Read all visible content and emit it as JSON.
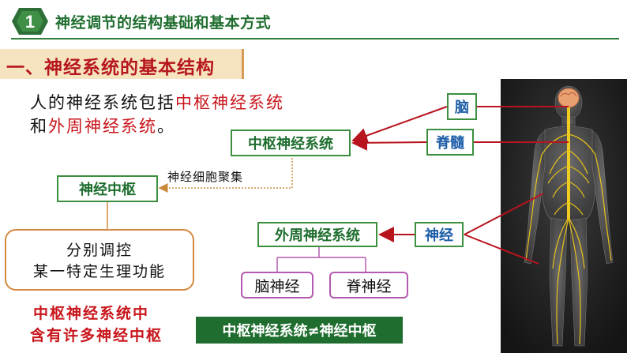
{
  "header": {
    "badge_number": "1",
    "title": "神经调节的结构基础和基本方式"
  },
  "section": {
    "title": "一、神经系统的基本结构"
  },
  "intro": {
    "line1_prefix": "人的神经系统包括",
    "line1_highlight": "中枢神经系统",
    "line2_prefix": "和",
    "line2_highlight": "外周神经系统",
    "line2_suffix": "。"
  },
  "diagram": {
    "central": "中枢神经系统",
    "center_node": "神经中枢",
    "cluster_note": "神经细胞聚集",
    "function_line1": "分别调控",
    "function_line2": "某一特定生理功能",
    "peripheral": "外周神经系统",
    "cranial": "脑神经",
    "spinal": "脊神经",
    "brain": "脑",
    "spinal_cord": "脊髓",
    "nerve": "神经"
  },
  "conclusion": {
    "line1": "中枢神经系统中",
    "line2": "含有许多神经中枢",
    "banner": "中枢神经系统≠神经中枢"
  },
  "colors": {
    "header_green": "#1f6e2f",
    "section_red": "#b5171c",
    "highlight_red": "#c8151b",
    "nerve_yellow": "#e9c21a",
    "arrow_red": "#b8141e",
    "label_blue": "#1e5ea8"
  },
  "icons": [
    "hexagon-badge-icon",
    "human-nervous-system-illustration"
  ]
}
